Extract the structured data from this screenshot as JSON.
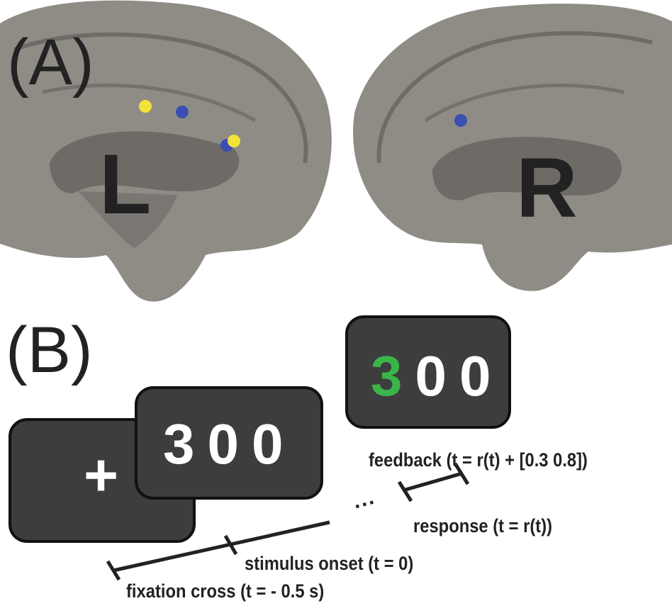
{
  "panel_a": {
    "label": "(A)",
    "left_hemisphere_label": "L",
    "right_hemisphere_label": "R",
    "colors": {
      "cortex": "#8f8c86",
      "yellow_dot": "#f2e33a",
      "blue_dot": "#3a4fb0"
    }
  },
  "panel_b": {
    "label": "(B)",
    "screens": {
      "fixation": "+",
      "stimulus": [
        "3",
        "0",
        "0"
      ],
      "feedback": {
        "first": "3",
        "rest": [
          "0",
          "0"
        ],
        "highlight_color": "#3bb54a"
      }
    },
    "timeline": {
      "fixation": "fixation cross (t = - 0.5 s)",
      "stimulus": "stimulus onset (t = 0)",
      "ellipsis": "...",
      "response": "response (t = r(t))",
      "feedback": "feedback (t = r(t) + [0.3 0.8])"
    }
  }
}
